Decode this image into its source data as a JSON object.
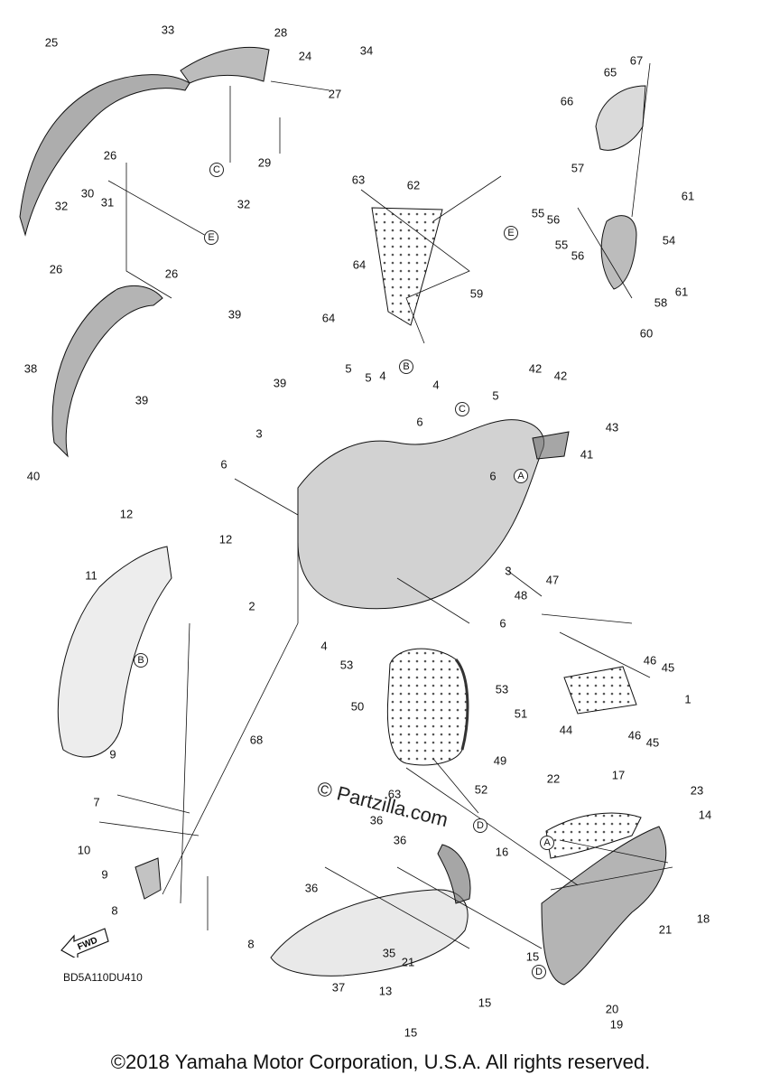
{
  "diagram": {
    "code": "BD5A110DU410",
    "fwd_label": "FWD",
    "watermark": "© Partzilla.com",
    "copyright": "©2018 Yamaha Motor Corporation, U.S.A. All rights reserved.",
    "ink_color": "#111111",
    "shade_color": "#6a6a6a"
  },
  "callouts": [
    "25",
    "33",
    "28",
    "24",
    "34",
    "27",
    "26",
    "29",
    "32",
    "30",
    "31",
    "32",
    "C",
    "E",
    "26",
    "26",
    "63",
    "62",
    "64",
    "59",
    "64",
    "65",
    "66",
    "67",
    "57",
    "61",
    "55",
    "56",
    "E",
    "55",
    "56",
    "54",
    "61",
    "58",
    "60",
    "39",
    "38",
    "39",
    "39",
    "40",
    "5",
    "5",
    "4",
    "B",
    "4",
    "42",
    "42",
    "6",
    "C",
    "5",
    "3",
    "43",
    "41",
    "6",
    "6",
    "A",
    "12",
    "12",
    "11",
    "3",
    "47",
    "2",
    "48",
    "6",
    "4",
    "B",
    "53",
    "46",
    "45",
    "53",
    "50",
    "51",
    "44",
    "46",
    "45",
    "1",
    "49",
    "68",
    "9",
    "52",
    "22",
    "17",
    "7",
    "63",
    "23",
    "36",
    "14",
    "10",
    "36",
    "D",
    "16",
    "A",
    "9",
    "36",
    "8",
    "35",
    "21",
    "18",
    "21",
    "8",
    "15",
    "D",
    "37",
    "13",
    "15",
    "20",
    "19",
    "15"
  ]
}
